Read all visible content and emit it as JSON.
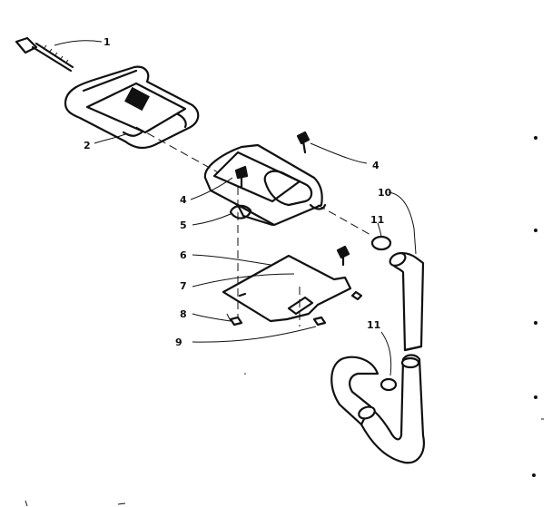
{
  "callouts": {
    "c1": "1",
    "c2": "2",
    "c4a": "4",
    "c4b": "4",
    "c5": "5",
    "c6": "6",
    "c7": "7",
    "c8": "8",
    "c9": "9",
    "c10": "10",
    "c11a": "11",
    "c11b": "11"
  }
}
